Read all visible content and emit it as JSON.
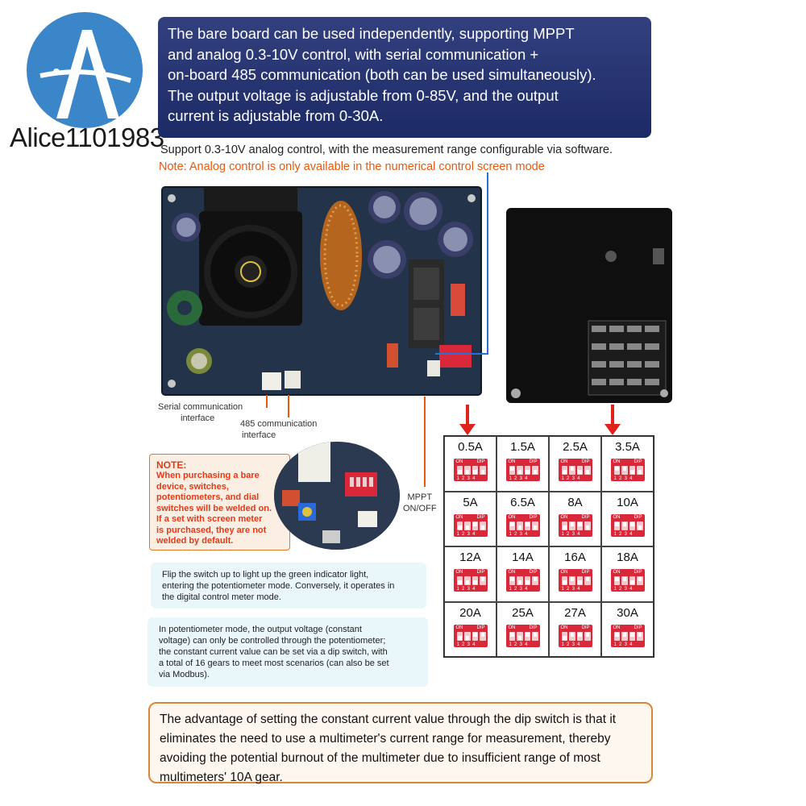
{
  "logo": {
    "text": "Alice1101983",
    "icon": "logo-a-icon"
  },
  "banner": {
    "lines": [
      "The bare board can be used independently, supporting MPPT",
      "and analog 0.3-10V control, with serial communication +",
      "on-board 485 communication (both can be used simultaneously).",
      "The output voltage is adjustable from 0-85V, and the output",
      "current is adjustable from 0-30A."
    ]
  },
  "support_text": "Support 0.3-10V analog control, with the measurement range configurable via software.",
  "note_orange": "Note: Analog control is only available in the numerical control screen mode",
  "labels": {
    "serial_1": "Serial communication",
    "serial_2": "interface",
    "rs485_1": "485 communication",
    "rs485_2": "interface",
    "mppt_1": "MPPT",
    "mppt_2": "ON/OFF"
  },
  "note_box": {
    "title": "NOTE:",
    "lines": [
      "When purchasing a bare",
      "device, switches,",
      "potentiometers, and dial",
      "switches will be welded on.",
      "If a set with screen meter",
      "is purchased, they are not",
      "welded by default."
    ]
  },
  "info_1": [
    "Flip the switch up to light up the green indicator light,",
    "entering the potentiometer mode. Conversely, it operates in",
    "the digital control meter mode."
  ],
  "info_2": [
    "In potentiometer mode, the output voltage (constant",
    "voltage) can only be controlled through the potentiometer;",
    "the constant current value can be set via a dip switch, with",
    "a total of 16 gears to meet most scenarios (can also be set",
    "via Modbus)."
  ],
  "dip_table": {
    "switch_on": "ON",
    "switch_dip": "DIP",
    "switch_nums": "1234",
    "cells": [
      {
        "value": "0.5A",
        "positions": [
          0,
          0,
          0,
          0
        ]
      },
      {
        "value": "1.5A",
        "positions": [
          1,
          0,
          0,
          0
        ]
      },
      {
        "value": "2.5A",
        "positions": [
          0,
          1,
          0,
          0
        ]
      },
      {
        "value": "3.5A",
        "positions": [
          1,
          1,
          0,
          0
        ]
      },
      {
        "value": "5A",
        "positions": [
          0,
          0,
          1,
          0
        ]
      },
      {
        "value": "6.5A",
        "positions": [
          1,
          0,
          1,
          0
        ]
      },
      {
        "value": "8A",
        "positions": [
          0,
          1,
          1,
          0
        ]
      },
      {
        "value": "10A",
        "positions": [
          1,
          1,
          1,
          0
        ]
      },
      {
        "value": "12A",
        "positions": [
          0,
          0,
          0,
          1
        ]
      },
      {
        "value": "14A",
        "positions": [
          1,
          0,
          0,
          1
        ]
      },
      {
        "value": "16A",
        "positions": [
          0,
          1,
          0,
          1
        ]
      },
      {
        "value": "18A",
        "positions": [
          1,
          1,
          0,
          1
        ]
      },
      {
        "value": "20A",
        "positions": [
          0,
          0,
          1,
          1
        ]
      },
      {
        "value": "25A",
        "positions": [
          1,
          0,
          1,
          1
        ]
      },
      {
        "value": "27A",
        "positions": [
          0,
          1,
          1,
          1
        ]
      },
      {
        "value": "30A",
        "positions": [
          1,
          1,
          1,
          1
        ]
      }
    ]
  },
  "bottom_box": {
    "lines": [
      "The advantage of setting the constant current value through the dip switch is that it",
      "eliminates the need to use a multimeter's current range for measurement, thereby",
      "avoiding the potential burnout of the multimeter due to insufficient range of most",
      "multimeters' 10A gear."
    ]
  },
  "colors": {
    "banner": "#1c2a66",
    "accent_orange": "#e8590c",
    "dip_red": "#d9283a",
    "arrow_red": "#e0221c",
    "connector_blue": "#2a6fd6"
  }
}
